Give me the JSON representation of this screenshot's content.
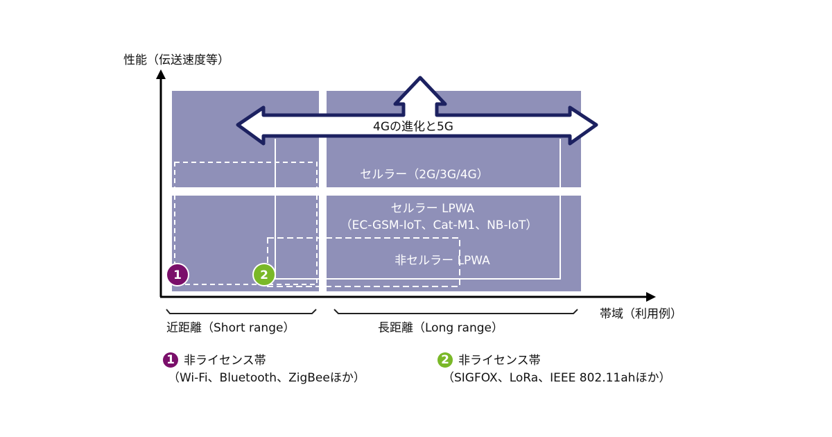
{
  "axes": {
    "y_label": "性能（伝送速度等）",
    "x_label": "帯域（利用例）"
  },
  "arrow_label": "4Gの進化と5G",
  "regions": {
    "cellular": "セルラー（2G/3G/4G）",
    "cellular_lpwa": "セルラー LPWA",
    "cellular_lpwa_examples": "（EC-GSM-IoT、Cat-M1、NB-IoT）",
    "non_cellular_lpwa": "非セルラー LPWA"
  },
  "markers": [
    "1",
    "2"
  ],
  "ranges": {
    "short": "近距離（Short range）",
    "long": "長距離（Long range）"
  },
  "legend": [
    {
      "num": "1",
      "title": "非ライセンス帯",
      "desc": "（Wi-Fi、Bluetooth、ZigBeeほか）",
      "color": "#7a0f6a"
    },
    {
      "num": "2",
      "title": "非ライセンス帯",
      "desc": "（SIGFOX、LoRa、IEEE 802.11ahほか）",
      "color": "#7ab828"
    }
  ],
  "colors": {
    "block": "#8f90b8",
    "arrow_border": "#1c2160"
  }
}
